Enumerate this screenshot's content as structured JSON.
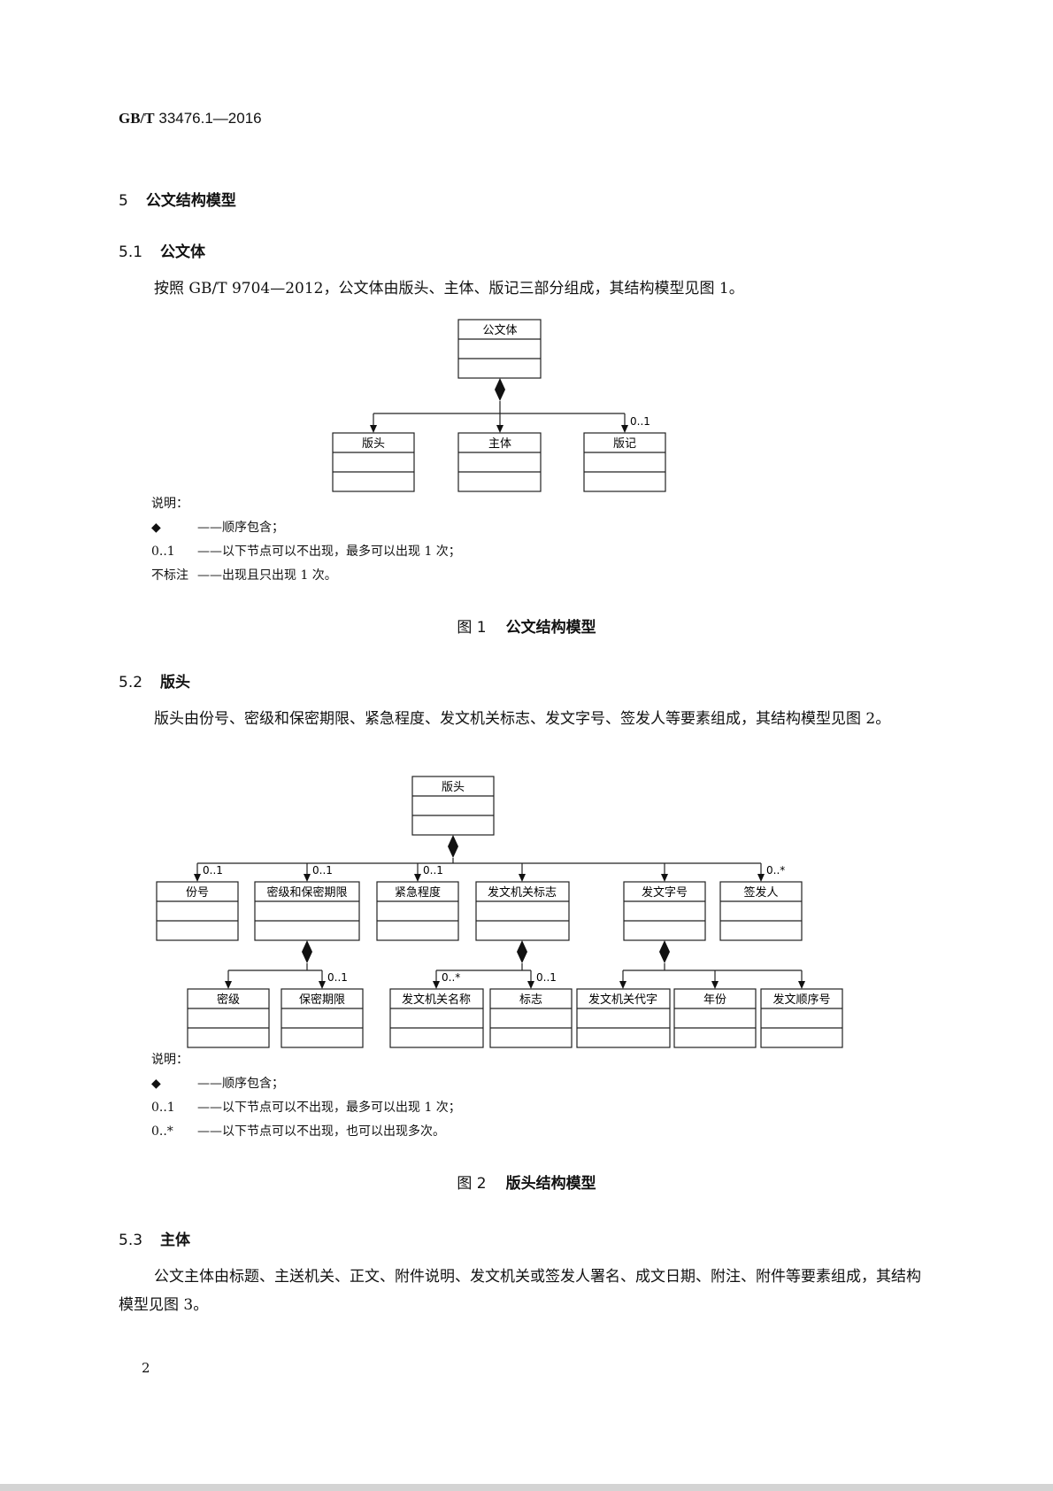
{
  "header": {
    "std_prefix": "GB/T",
    "std_number": "33476.1—2016"
  },
  "sec5": {
    "num": "5",
    "title": "公文结构模型"
  },
  "sec5_1": {
    "num": "5.1",
    "title": "公文体",
    "para": "按照 GB/T 9704—2012，公文体由版头、主体、版记三部分组成，其结构模型见图 1。"
  },
  "fig1": {
    "root": "公文体",
    "children": [
      "版头",
      "主体",
      "版记"
    ],
    "mult_banji": "0..1",
    "legend_title": "说明：",
    "legend": [
      {
        "sym": "◆",
        "text": "——顺序包含；"
      },
      {
        "sym": "0..1",
        "text": "——以下节点可以不出现，最多可以出现 1 次；"
      },
      {
        "sym": "不标注",
        "text": "——出现且只出现 1 次。"
      }
    ],
    "caption_num": "图 1",
    "caption": "公文结构模型"
  },
  "sec5_2": {
    "num": "5.2",
    "title": "版头",
    "para": "版头由份号、密级和保密期限、紧急程度、发文机关标志、发文字号、签发人等要素组成，其结构模型见图 2。"
  },
  "fig2": {
    "root": "版头",
    "level1": [
      "份号",
      "密级和保密期限",
      "紧急程度",
      "发文机关标志",
      "发文字号",
      "签发人"
    ],
    "level1_mult": [
      "0..1",
      "0..1",
      "0..1",
      "",
      "",
      "0..*"
    ],
    "level2": [
      "密级",
      "保密期限",
      "发文机关名称",
      "标志",
      "发文机关代字",
      "年份",
      "发文顺序号"
    ],
    "level2_mult": [
      "",
      "0..1",
      "0..*",
      "0..1",
      "",
      "",
      ""
    ],
    "legend_title": "说明：",
    "legend": [
      {
        "sym": "◆",
        "text": "——顺序包含；"
      },
      {
        "sym": "0..1",
        "text": "——以下节点可以不出现，最多可以出现 1 次；"
      },
      {
        "sym": "0..*",
        "text": "——以下节点可以不出现，也可以出现多次。"
      }
    ],
    "caption_num": "图 2",
    "caption": "版头结构模型"
  },
  "sec5_3": {
    "num": "5.3",
    "title": "主体",
    "para": "公文主体由标题、主送机关、正文、附件说明、发文机关或签发人署名、成文日期、附注、附件等要素组成，其结构模型见图 3。"
  },
  "page_number": "2"
}
